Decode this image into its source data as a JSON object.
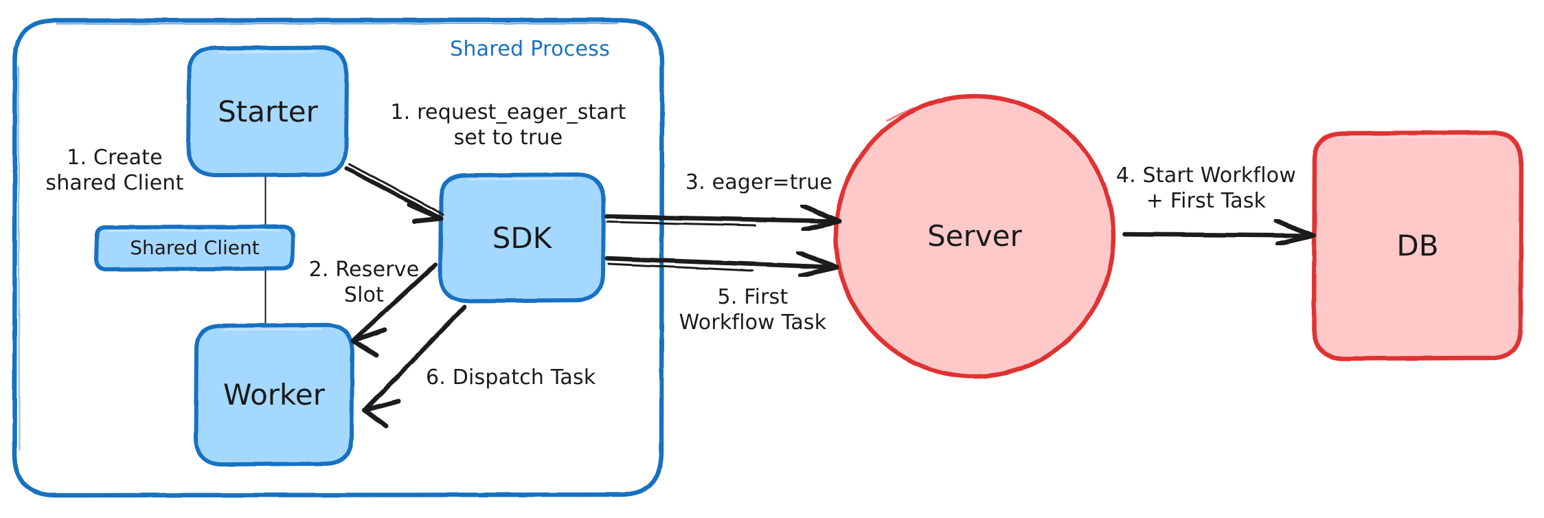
{
  "diagram": {
    "title_visible": false,
    "background": "#ffffff",
    "colors": {
      "blue_fill": "#a5d8ff",
      "blue_stroke": "#1971c2",
      "red_fill": "#ffc9c9",
      "red_stroke": "#e03131",
      "edge": "#1a1a1a",
      "text": "#1a1a1a"
    }
  },
  "container": {
    "name": "shared-process",
    "label": "Shared Process",
    "stroke": "#1971c2",
    "fill": "#ffffff"
  },
  "nodes": [
    {
      "id": "starter",
      "label": "Starter",
      "shape": "rounded-rect",
      "fill": "#a5d8ff",
      "stroke": "#1971c2"
    },
    {
      "id": "shared-client",
      "label": "Shared Client",
      "shape": "rounded-rect",
      "fill": "#a5d8ff",
      "stroke": "#1971c2"
    },
    {
      "id": "worker",
      "label": "Worker",
      "shape": "rounded-rect",
      "fill": "#a5d8ff",
      "stroke": "#1971c2"
    },
    {
      "id": "sdk",
      "label": "SDK",
      "shape": "rounded-rect",
      "fill": "#a5d8ff",
      "stroke": "#1971c2"
    },
    {
      "id": "server",
      "label": "Server",
      "shape": "ellipse",
      "fill": "#ffc9c9",
      "stroke": "#e03131"
    },
    {
      "id": "db",
      "label": "DB",
      "shape": "rounded-rect",
      "fill": "#ffc9c9",
      "stroke": "#e03131"
    }
  ],
  "edges": [
    {
      "id": "e1",
      "from": "starter",
      "to": "shared-client",
      "label": "1. Create\nshared Client",
      "arrow": false
    },
    {
      "id": "e2",
      "from": "starter",
      "to": "sdk",
      "label": "1. request_eager_start\nset to true",
      "arrow": true
    },
    {
      "id": "e3",
      "from": "sdk",
      "to": "worker",
      "label": "2. Reserve\nSlot",
      "arrow": true
    },
    {
      "id": "e4",
      "from": "sdk",
      "to": "server",
      "label": "3. eager=true",
      "arrow": true
    },
    {
      "id": "e5",
      "from": "server",
      "to": "db",
      "label": "4. Start Workflow\n+ First Task",
      "arrow": true
    },
    {
      "id": "e6",
      "from": "server",
      "to": "sdk",
      "label": "5. First\nWorkflow Task",
      "arrow": true
    },
    {
      "id": "e7",
      "from": "sdk",
      "to": "worker",
      "label": "6. Dispatch Task",
      "arrow": true
    },
    {
      "id": "e8",
      "from": "shared-client",
      "to": "worker",
      "label": "",
      "arrow": false
    }
  ]
}
